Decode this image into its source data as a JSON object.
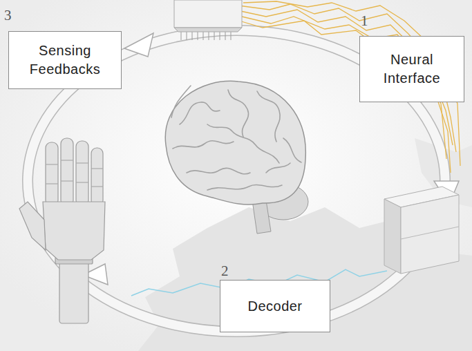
{
  "diagram": {
    "nodes": [
      {
        "text": [
          "Sensing Feedbacks"
        ]
      },
      {
        "text": [
          "Neural Interface"
        ]
      },
      {
        "text": [
          "Decoder"
        ]
      }
    ],
    "labels": [
      "3",
      "1",
      "2"
    ]
  }
}
